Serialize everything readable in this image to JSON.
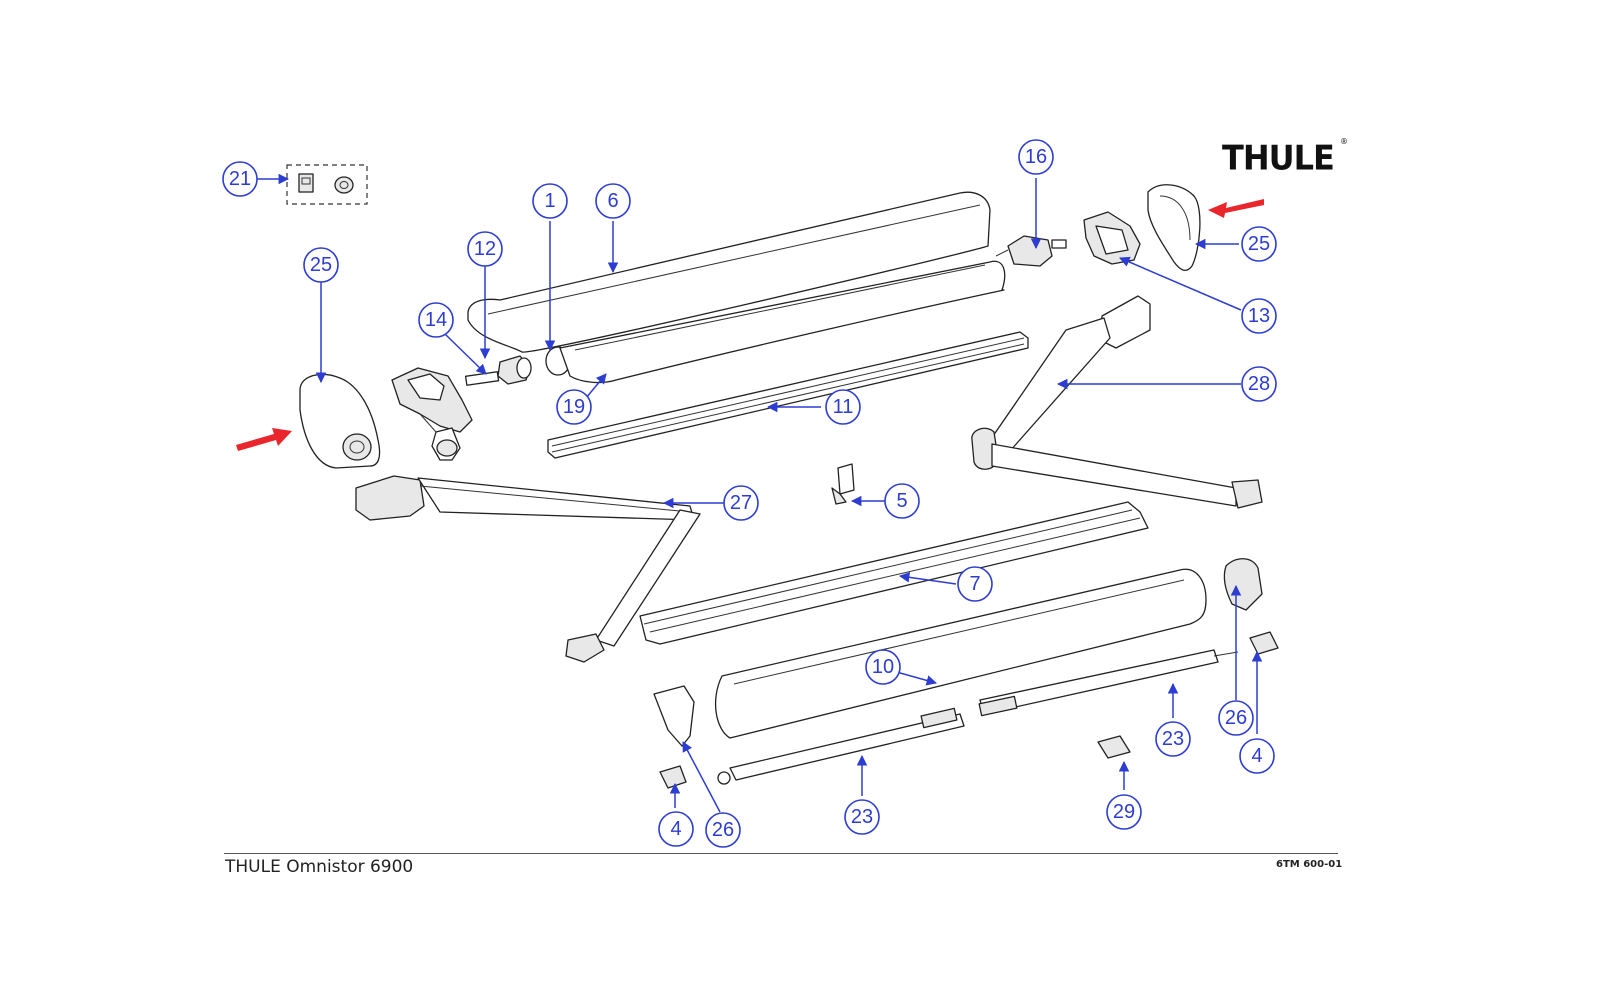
{
  "brand": {
    "logo_text": "THULE",
    "registered_mark": "®"
  },
  "footer": {
    "title": "THULE Omnistor 6900",
    "drawing_code": "6TM 600-01"
  },
  "colors": {
    "callout": "#2d3dd1",
    "highlight_arrow": "#e8262b",
    "line_art": "#222222"
  },
  "callouts": [
    {
      "label": "21"
    },
    {
      "label": "25"
    },
    {
      "label": "14"
    },
    {
      "label": "12"
    },
    {
      "label": "1"
    },
    {
      "label": "6"
    },
    {
      "label": "19"
    },
    {
      "label": "11"
    },
    {
      "label": "16"
    },
    {
      "label": "25"
    },
    {
      "label": "13"
    },
    {
      "label": "28"
    },
    {
      "label": "27"
    },
    {
      "label": "5"
    },
    {
      "label": "7"
    },
    {
      "label": "10"
    },
    {
      "label": "26"
    },
    {
      "label": "23"
    },
    {
      "label": "4"
    },
    {
      "label": "26"
    },
    {
      "label": "23"
    },
    {
      "label": "29"
    },
    {
      "label": "4"
    }
  ]
}
